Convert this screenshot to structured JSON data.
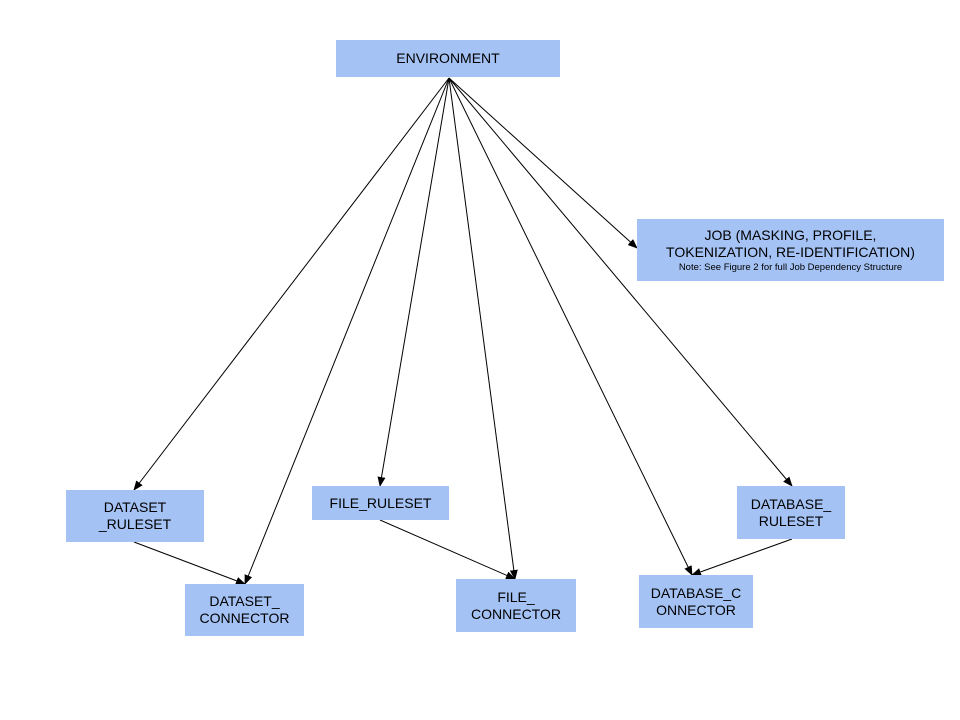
{
  "nodes": {
    "environment": {
      "label": "ENVIRONMENT"
    },
    "job": {
      "label": "JOB (MASKING, PROFILE,\nTOKENIZATION, RE-IDENTIFICATION)",
      "note": "Note: See Figure 2 for full Job Dependency Structure"
    },
    "dataset_ruleset": {
      "label": "DATASET\n_RULESET"
    },
    "dataset_connector": {
      "label": "DATASET_\nCONNECTOR"
    },
    "file_ruleset": {
      "label": "FILE_RULESET"
    },
    "file_connector": {
      "label": "FILE_\nCONNECTOR"
    },
    "database_ruleset": {
      "label": "DATABASE_\nRULESET"
    },
    "database_connector": {
      "label": "DATABASE_C\nONNECTOR"
    }
  },
  "edges": [
    {
      "from": "environment",
      "to": "job"
    },
    {
      "from": "environment",
      "to": "dataset_ruleset"
    },
    {
      "from": "environment",
      "to": "dataset_connector"
    },
    {
      "from": "environment",
      "to": "file_ruleset"
    },
    {
      "from": "environment",
      "to": "file_connector"
    },
    {
      "from": "environment",
      "to": "database_connector"
    },
    {
      "from": "environment",
      "to": "database_ruleset"
    },
    {
      "from": "dataset_ruleset",
      "to": "dataset_connector"
    },
    {
      "from": "file_ruleset",
      "to": "file_connector"
    },
    {
      "from": "database_ruleset",
      "to": "database_connector"
    }
  ],
  "colors": {
    "node_fill": "#a4c2f4",
    "edge": "#000000"
  }
}
